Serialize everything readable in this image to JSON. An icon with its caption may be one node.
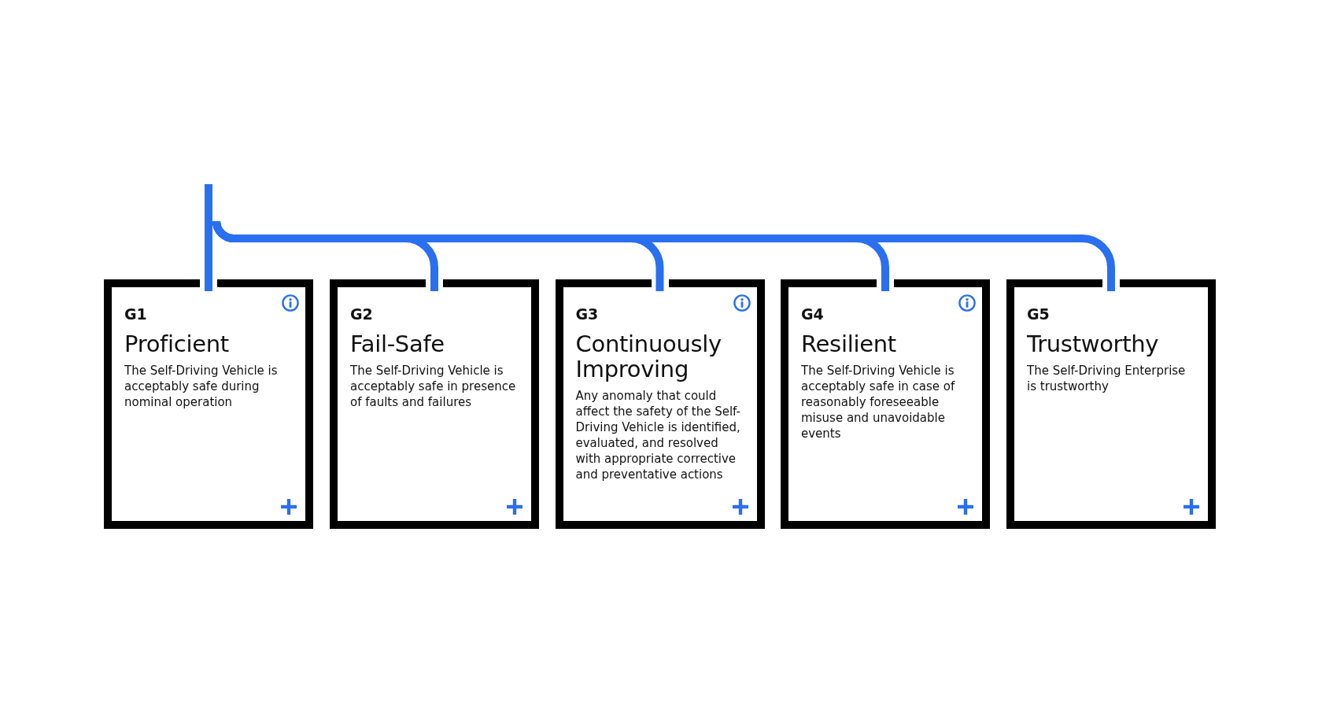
{
  "diagram": {
    "nodes": [
      {
        "text": [
          "G1",
          "Proficient",
          "The Self-Driving Vehicle is acceptably safe during nominal operation"
        ]
      },
      {
        "text": [
          "G2",
          "Fail-Safe",
          "The Self-Driving Vehicle is acceptably safe in presence of faults and failures"
        ]
      },
      {
        "text": [
          "G3",
          "Continuously Improving",
          "Any anomaly that could affect the safety of the Self-Driving Vehicle is identified, evaluated, and resolved with appropriate corrective and preventative actions"
        ]
      },
      {
        "text": [
          "G4",
          "Resilient",
          "The Self-Driving Vehicle is acceptably safe in case of reasonably foreseeable misuse and unavoidable events"
        ]
      },
      {
        "text": [
          "G5",
          "Trustworthy",
          "The Self-Driving Enterprise is trustworthy"
        ]
      }
    ],
    "edges": [
      {
        "from": null,
        "to": 0,
        "arrow": "none"
      },
      {
        "from": null,
        "to": 1,
        "arrow": "none"
      },
      {
        "from": null,
        "to": 2,
        "arrow": "none"
      },
      {
        "from": null,
        "to": 3,
        "arrow": "none"
      },
      {
        "from": null,
        "to": 4,
        "arrow": "none"
      }
    ]
  }
}
